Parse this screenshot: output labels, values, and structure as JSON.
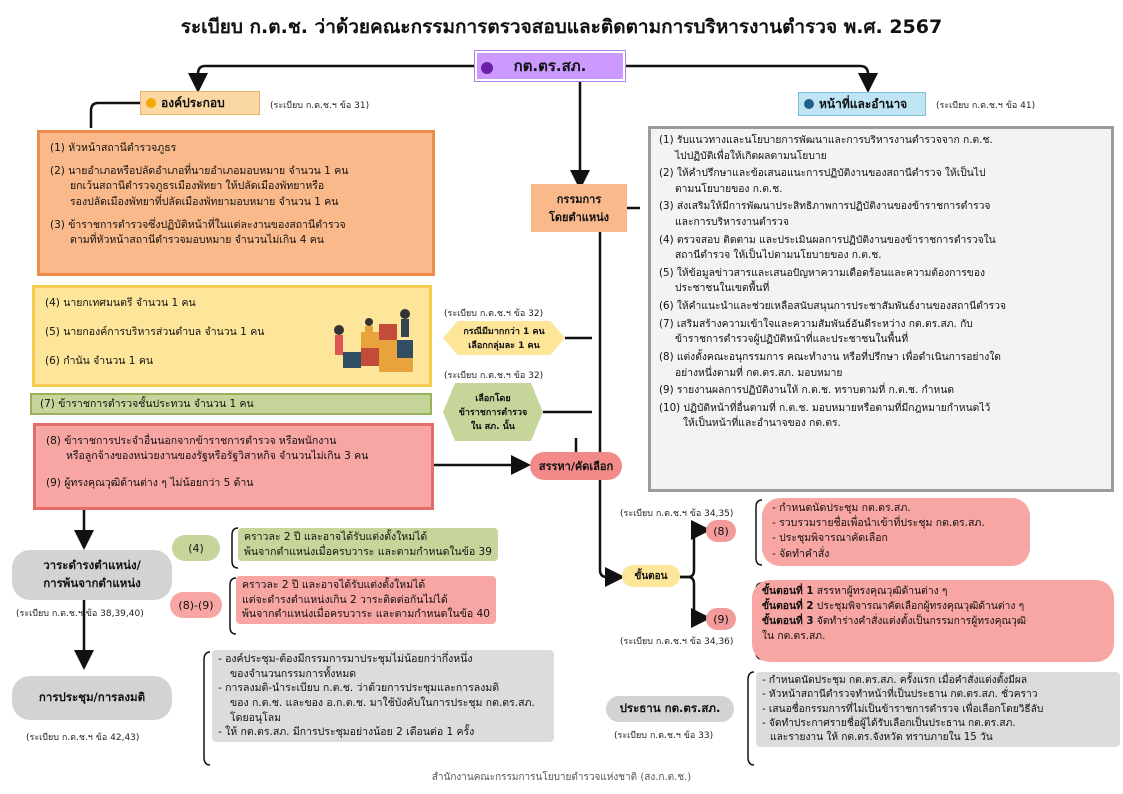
{
  "title": "ระเบียบ ก.ต.ช. ว่าด้วยคณะกรรมการตรวจสอบและติดตามการบริหารงานตำรวจ พ.ศ. 2567",
  "center": "กต.ตร.สภ.",
  "left": {
    "head": "องค์ประกอบ",
    "ref": "(ระเบียบ ก.ต.ช.ฯ ข้อ 31)",
    "blocks": [
      [
        "(1) หัวหน้าสถานีตำรวจภูธร",
        "(2) นายอำเภอหรือปลัดอำเภอที่นายอำเภอมอบหมาย จำนวน 1 คน",
        "ยกเว้นสถานีตำรวจภูธรเมืองพัทยา ให้ปลัดเมืองพัทยาหรือ",
        "รองปลัดเมืองพัทยาที่ปลัดเมืองพัทยามอบหมาย จำนวน 1 คน",
        "(3) ข้าราชการตำรวจซึ่งปฏิบัติหน้าที่ในแต่ละงานของสถานีตำรวจ",
        "ตามที่หัวหน้าสถานีตำรวจมอบหมาย จำนวนไม่เกิน 4 คน"
      ],
      [
        "(4) นายกเทศมนตรี จำนวน 1 คน",
        "(5) นายกองค์การบริหารส่วนตำบล จำนวน 1 คน",
        "(6) กำนัน จำนวน 1 คน"
      ],
      [
        "(7) ข้าราชการตำรวจชั้นประทวน จำนวน 1 คน"
      ],
      [
        "(8) ข้าราชการประจำอื่นนอกจากข้าราชการตำรวจ หรือพนักงาน",
        "หรือลูกจ้างของหน่วยงานของรัฐหรือรัฐวิสาหกิจ จำนวนไม่เกิน 3 คน",
        "(9) ผู้ทรงคุณวุฒิด้านต่าง ๆ ไม่น้อยกว่า 5 ด้าน"
      ]
    ]
  },
  "middle": {
    "kbox": [
      "กรรมการ",
      "โดยตำแหน่ง"
    ],
    "ref1": "(ระเบียบ ก.ต.ช.ฯ ข้อ 32)",
    "hex1": [
      "กรณีมีมากกว่า 1 คน",
      "เลือกกลุ่มละ 1 คน"
    ],
    "ref2": "(ระเบียบ ก.ต.ช.ฯ ข้อ 32)",
    "hex2": [
      "เลือกโดย",
      "ข้าราชการตำรวจ",
      "ใน สภ. นั้น"
    ],
    "select": "สรรหา/คัดเลือก",
    "step": "ขั้นตอน",
    "ref3": "(ระเบียบ ก.ต.ช.ฯ ข้อ 34,35)",
    "ref4": "(ระเบียบ ก.ต.ช.ฯ ข้อ 34,36)"
  },
  "right": {
    "head": "หน้าที่และอำนาจ",
    "ref": "(ระเบียบ ก.ต.ช.ฯ ข้อ 41)",
    "items": [
      "(1) รับแนวทางและนโยบายการพัฒนาและการบริหารงานตำรวจจาก ก.ต.ช.",
      "ไปปฏิบัติเพื่อให้เกิดผลตามนโยบาย",
      "(2) ให้คำปรึกษาและข้อเสนอแนะการปฏิบัติงานของสถานีตำรวจ ให้เป็นไป",
      "ตามนโยบายของ ก.ต.ช.",
      "(3) ส่งเสริมให้มีการพัฒนาประสิทธิภาพการปฏิบัติงานของข้าราชการตำรวจ",
      "และการบริหารงานตำรวจ",
      "(4) ตรวจสอบ ติดตาม และประเมินผลการปฏิบัติงานของข้าราชการตำรวจใน",
      "สถานีตำรวจ ให้เป็นไปตามนโยบายของ ก.ต.ช.",
      "(5) ให้ข้อมูลข่าวสารและเสนอปัญหาความเดือดร้อนและความต้องการของ",
      "ประชาชนในเขตพื้นที่",
      "(6) ให้คำแนะนำและช่วยเหลือสนับสนุนการประชาสัมพันธ์งานของสถานีตำรวจ",
      "(7) เสริมสร้างความเข้าใจและความสัมพันธ์อันดีระหว่าง กต.ตร.สภ. กับ",
      "ข้าราชการตำรวจผู้ปฏิบัติหน้าที่และประชาชนในพื้นที่",
      "(8) แต่งตั้งคณะอนุกรรมการ คณะทำงาน หรือที่ปรึกษา เพื่อดำเนินการอย่างใด",
      "อย่างหนึ่งตามที่ กต.ตร.สภ. มอบหมาย",
      "(9) รายงานผลการปฏิบัติงานให้ ก.ต.ช. ทราบตามที่ ก.ต.ช. กำหนด",
      "(10) ปฏิบัติหน้าที่อื่นตามที่ ก.ต.ช. มอบหมายหรือตามที่มีกฎหมายกำหนดไว้",
      "ให้เป็นหน้าที่และอำนาจของ กต.ตร."
    ]
  },
  "steps8": {
    "tag": "(8)",
    "lines": [
      "- กำหนดนัดประชุม กต.ตร.สภ.",
      "- รวบรวมรายชื่อเพื่อนำเข้าที่ประชุม กต.ตร.สภ.",
      "- ประชุมพิจารณาคัดเลือก",
      "- จัดทำคำสั่ง"
    ]
  },
  "steps9": {
    "tag": "(9)",
    "lines": [
      [
        "ขั้นตอนที่ 1",
        " สรรหาผู้ทรงคุณวุฒิด้านต่าง ๆ"
      ],
      [
        "ขั้นตอนที่ 2",
        " ประชุมพิจารณาคัดเลือกผู้ทรงคุณวุฒิด้านต่าง ๆ"
      ],
      [
        "ขั้นตอนที่ 3",
        " จัดทำร่างคำสั่งแต่งตั้งเป็นกรรมการผู้ทรงคุณวุฒิ"
      ],
      [
        "",
        " ใน กต.ตร.สภ."
      ]
    ]
  },
  "term": {
    "label": [
      "วาระดำรงตำแหน่ง/",
      "การพ้นจากตำแหน่ง"
    ],
    "ref": "(ระเบียบ ก.ต.ช.ฯ ข้อ 38,39,40)",
    "tag4": "(4)",
    "note4": [
      "คราวละ 2 ปี และอาจได้รับแต่งตั้งใหม่ได้",
      "พ้นจากตำแหน่งเมื่อครบวาระ และตามกำหนดในข้อ 39"
    ],
    "tag89": "(8)-(9)",
    "note89": [
      "คราวละ 2 ปี และอาจได้รับแต่งตั้งใหม่ได้",
      "แต่จะดำรงตำแหน่งเกิน 2 วาระติดต่อกันไม่ได้",
      "พ้นจากตำแหน่งเมื่อครบวาระ และตามกำหนดในข้อ 40"
    ]
  },
  "meeting": {
    "label": "การประชุม/การลงมติ",
    "ref": "(ระเบียบ ก.ต.ช.ฯ ข้อ 42,43)",
    "lines": [
      "- องค์ประชุม-ต้องมีกรรมการมาประชุมไม่น้อยกว่ากึ่งหนึ่ง",
      "ของจำนวนกรรมการทั้งหมด",
      "- การลงมติ-นำระเบียบ ก.ต.ช. ว่าด้วยการประชุมและการลงมติ",
      "ของ ก.ต.ช. และของ อ.ก.ต.ช. มาใช้บังคับในการประชุม กต.ตร.สภ.",
      "โดยอนุโลม",
      "- ให้ กต.ตร.สภ. มีการประชุมอย่างน้อย 2 เดือนต่อ 1 ครั้ง"
    ]
  },
  "chair": {
    "label": "ประธาน กต.ตร.สภ.",
    "ref": "(ระเบียบ ก.ต.ช.ฯ ข้อ 33)",
    "lines": [
      "- กำหนดนัดประชุม กต.ตร.สภ. ครั้งแรก เมื่อคำสั่งแต่งตั้งมีผล",
      "- หัวหน้าสถานีตำรวจทำหน้าที่เป็นประธาน กต.ตร.สภ. ชั่วคราว",
      "- เสนอชื่อกรรมการที่ไม่เป็นข้าราชการตำรวจ เพื่อเลือกโดยวิธีลับ",
      "- จัดทำประกาศรายชื่อผู้ได้รับเลือกเป็นประธาน กต.ตร.สภ.",
      "และรายงาน ให้ กต.ตร.จังหวัด ทราบภายใน 15 วัน"
    ]
  },
  "footer": "สำนักงานคณะกรรมการนโยบายตำรวจแห่งชาติ (สง.ก.ต.ช.)",
  "colors": {
    "purple": "#cc99ff",
    "orange": "#f9b98b",
    "yellow": "#fde59a",
    "green": "#c6d69b",
    "red": "#f7a6a3",
    "gray": "#d3d3d3"
  }
}
